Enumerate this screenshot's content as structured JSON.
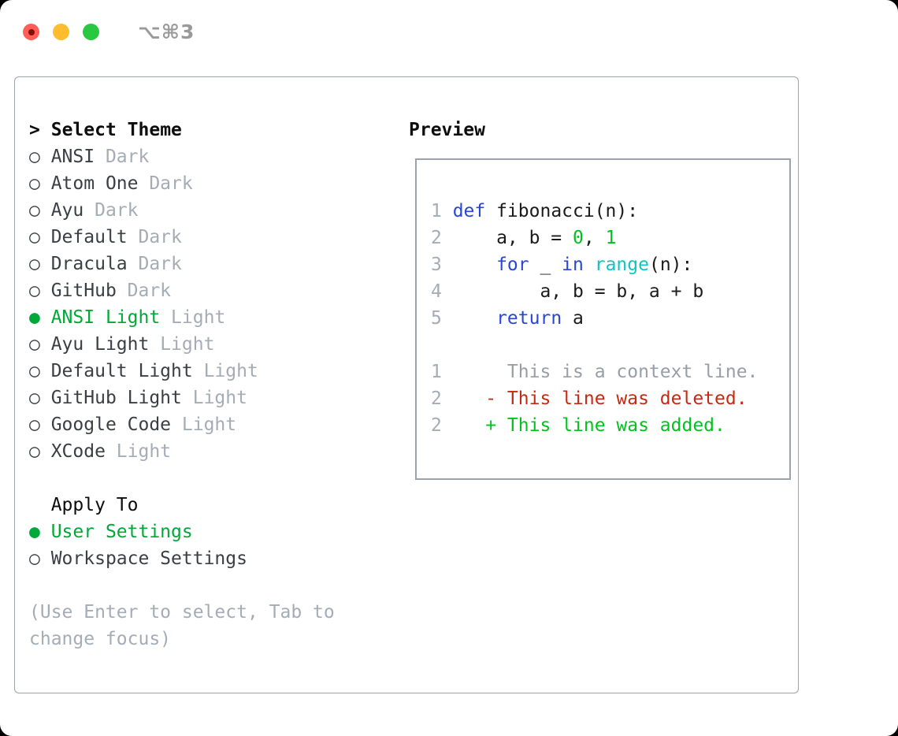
{
  "window": {
    "shortcut": "⌥⌘3"
  },
  "theme_panel": {
    "prompt": ">",
    "header": "Select Theme",
    "items": [
      {
        "name": "ANSI",
        "variant": "Dark",
        "selected": false
      },
      {
        "name": "Atom One",
        "variant": "Dark",
        "selected": false
      },
      {
        "name": "Ayu",
        "variant": "Dark",
        "selected": false
      },
      {
        "name": "Default",
        "variant": "Dark",
        "selected": false
      },
      {
        "name": "Dracula",
        "variant": "Dark",
        "selected": false
      },
      {
        "name": "GitHub",
        "variant": "Dark",
        "selected": false
      },
      {
        "name": "ANSI Light",
        "variant": "Light",
        "selected": true
      },
      {
        "name": "Ayu Light",
        "variant": "Light",
        "selected": false
      },
      {
        "name": "Default Light",
        "variant": "Light",
        "selected": false
      },
      {
        "name": "GitHub Light",
        "variant": "Light",
        "selected": false
      },
      {
        "name": "Google Code",
        "variant": "Light",
        "selected": false
      },
      {
        "name": "XCode",
        "variant": "Light",
        "selected": false
      }
    ],
    "apply_to": {
      "header": "Apply To",
      "options": [
        {
          "label": "User Settings",
          "selected": true
        },
        {
          "label": "Workspace Settings",
          "selected": false
        }
      ]
    },
    "hint_lines": [
      "(Use Enter to select, Tab to",
      "change focus)"
    ]
  },
  "preview_panel": {
    "header": "Preview",
    "lines": [
      {
        "num": "1",
        "segments": [
          {
            "t": "def",
            "c": "keyword"
          },
          {
            "t": " fibonacci(n):",
            "c": "plain"
          }
        ]
      },
      {
        "num": "2",
        "segments": [
          {
            "t": "    a, b = ",
            "c": "plain"
          },
          {
            "t": "0",
            "c": "number"
          },
          {
            "t": ", ",
            "c": "plain"
          },
          {
            "t": "1",
            "c": "number"
          }
        ]
      },
      {
        "num": "3",
        "segments": [
          {
            "t": "    ",
            "c": "plain"
          },
          {
            "t": "for",
            "c": "keyword"
          },
          {
            "t": " _ ",
            "c": "plain"
          },
          {
            "t": "in",
            "c": "keyword"
          },
          {
            "t": " ",
            "c": "plain"
          },
          {
            "t": "range",
            "c": "builtin"
          },
          {
            "t": "(n):",
            "c": "plain"
          }
        ]
      },
      {
        "num": "4",
        "segments": [
          {
            "t": "        a, b = b, a + b",
            "c": "plain"
          }
        ]
      },
      {
        "num": "5",
        "segments": [
          {
            "t": "    ",
            "c": "plain"
          },
          {
            "t": "return",
            "c": "keyword"
          },
          {
            "t": " a",
            "c": "plain"
          }
        ]
      },
      {
        "num": "",
        "segments": []
      },
      {
        "num": "1",
        "segments": [
          {
            "t": "     This is a context line.",
            "c": "context"
          }
        ]
      },
      {
        "num": "2",
        "segments": [
          {
            "t": "   - This line was deleted.",
            "c": "deleted"
          }
        ]
      },
      {
        "num": "2",
        "segments": [
          {
            "t": "   + This line was added.",
            "c": "added"
          }
        ]
      }
    ]
  },
  "radio_glyphs": {
    "selected": "●",
    "unselected": "○"
  },
  "colors": {
    "plain": "#1b1b1b",
    "header": "#0d0d0d",
    "item": "#3a3f44",
    "muted": "#a4acb6",
    "selected_green": "#00a838",
    "keyword": "#2747d4",
    "builtin": "#10c4c4",
    "number": "#00c121",
    "context": "#979ea6",
    "deleted": "#c62a12",
    "added": "#00c31c",
    "border": "#9aa2ac",
    "shortcut": "#9a9a9a",
    "tl_red": "#ff5f57",
    "tl_red_dot": "#850f08",
    "tl_yellow": "#febc2e",
    "tl_green": "#28c840"
  }
}
